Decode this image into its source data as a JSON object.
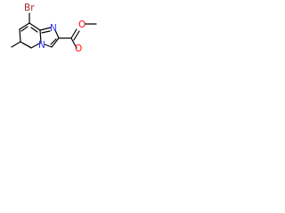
{
  "colors": {
    "bond": "#000000",
    "carbon_label": "#000000",
    "nitrogen": "#3333ff",
    "oxygen": "#ff0d0d",
    "bromine": "#a62929"
  },
  "molecule": {
    "atoms": {
      "bromine": "Br",
      "nitrogen_ring": "N",
      "nitrogen_bridge": "N",
      "oxygen_carbonyl": "O",
      "oxygen_ester": "O"
    }
  }
}
